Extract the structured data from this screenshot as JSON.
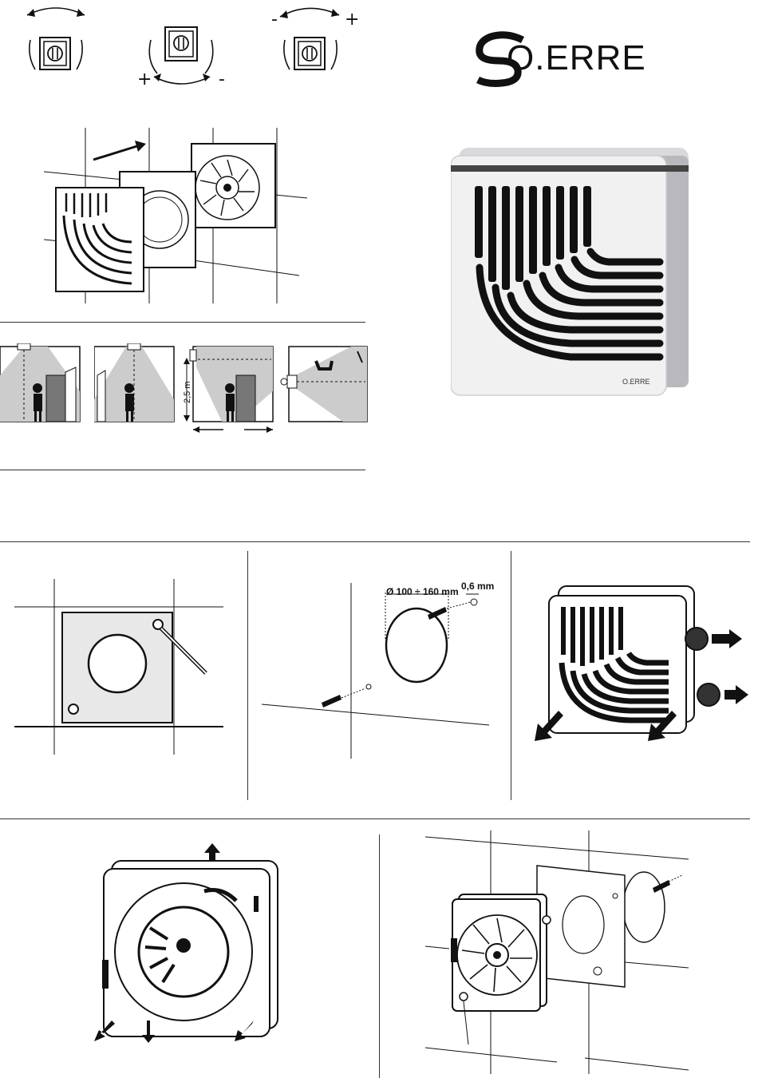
{
  "brand": {
    "name": "O.ERRE",
    "product_badge": "O.ERRE"
  },
  "knobs": {
    "minus": "-",
    "plus": "+"
  },
  "sensor_diagram": {
    "height_label": "2,5 m"
  },
  "drilling": {
    "diameter_label": "Ø 100 ÷ 160 mm",
    "gap_label": "0,6 mm"
  }
}
